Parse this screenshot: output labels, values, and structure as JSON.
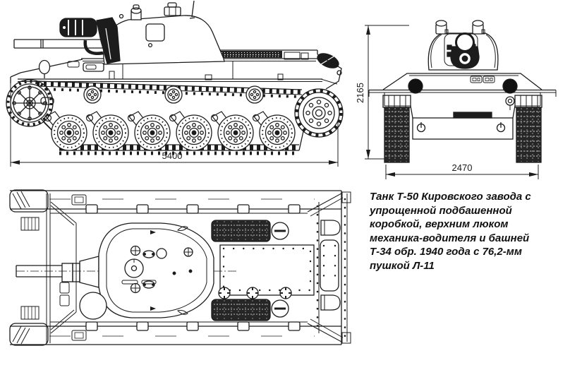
{
  "drawing": {
    "subject": "three-view technical drawing of tank",
    "views": [
      {
        "id": "side",
        "name": "side-view"
      },
      {
        "id": "front",
        "name": "front-view"
      },
      {
        "id": "top",
        "name": "top-view"
      }
    ],
    "colors": {
      "ink": "#1c1c1c",
      "paper": "#ffffff"
    }
  },
  "dimensions": {
    "length_mm": "5400",
    "height_mm": "2165",
    "width_mm": "2470"
  },
  "caption": {
    "lines": [
      "Танк Т-50 Кировского завода с",
      "упрощенной подбашенной",
      "коробкой, верхним люком",
      "механика-водителя и башней",
      "Т-34 обр. 1940 года с 76,2-мм",
      "пушкой Л-11"
    ]
  }
}
